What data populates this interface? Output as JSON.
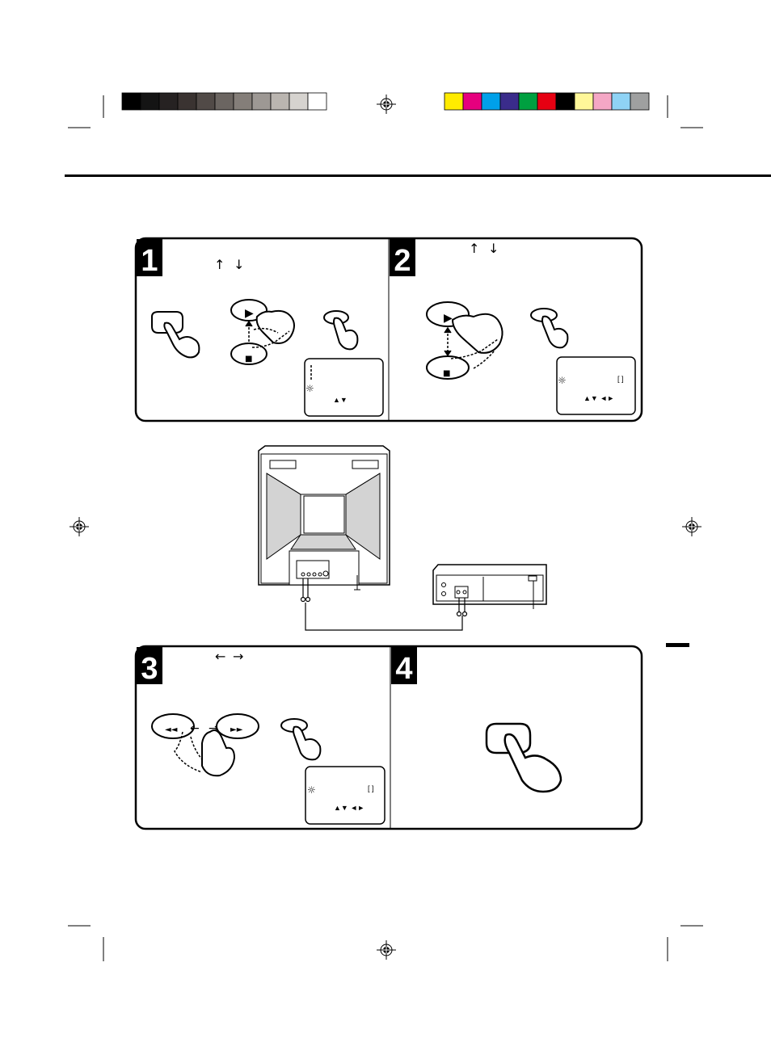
{
  "registration": {
    "gray_swatches": [
      "#000000",
      "#141414",
      "#262222",
      "#3a3331",
      "#514a47",
      "#6b6561",
      "#847e79",
      "#9d9894",
      "#bab5b0",
      "#d6d3cf",
      "#ffffff"
    ],
    "color_swatches": [
      "#ffeb00",
      "#e6007e",
      "#00a0e9",
      "#3a2c8b",
      "#00a040",
      "#e60012",
      "#000000",
      "#fff799",
      "#f4a7c5",
      "#8fd3f5",
      "#9fa0a0"
    ]
  },
  "steps": [
    {
      "number": "1",
      "osd_arrows": "▲▼"
    },
    {
      "number": "2",
      "osd_arrows": "▲▼ ◄►",
      "osd_bracket": "[ ]"
    },
    {
      "number": "3",
      "osd_arrows": "▲▼ ◄►",
      "osd_bracket": "[ ]"
    },
    {
      "number": "4"
    }
  ],
  "buttons": {
    "play_symbol": "▶",
    "stop_symbol": "■",
    "rew_symbol": "◄◄",
    "ff_symbol": "►►"
  },
  "icons": {
    "up_arrow": "↑",
    "down_arrow": "↓",
    "left_arrow": "←",
    "right_arrow": "→",
    "tuning_icon": "☼"
  }
}
